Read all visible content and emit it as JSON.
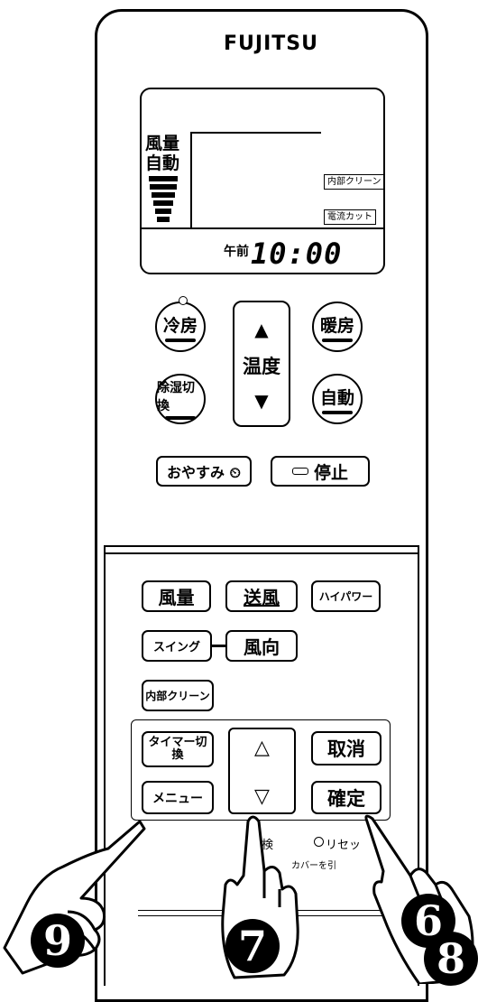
{
  "brand": "FUJITSU",
  "lcd": {
    "fan_label": "風量",
    "fan_mode": "自動",
    "tag_clean": "内部クリーン",
    "tag_power": "電流カット",
    "ampm": "午前",
    "time": "10:00"
  },
  "buttons": {
    "cool": "冷房",
    "heat": "暖房",
    "dry": "除湿切換",
    "auto": "自動",
    "temp_label": "温度",
    "temp_up": "▲",
    "temp_down": "▼",
    "sleep": "おやすみ ⏲",
    "stop": "停止",
    "fan": "風量",
    "send_air": "送風",
    "high_power": "ハイパワー",
    "swing": "スイング",
    "direction": "風向",
    "internal_clean": "内部クリーン",
    "timer_switch": "タイマー切換",
    "up": "△",
    "down": "▽",
    "cancel": "取消",
    "menu": "メニュー",
    "confirm": "確定",
    "check": "検",
    "reset": "リセッ",
    "cover_note": "カバーを引"
  },
  "markers": {
    "n6": "6",
    "n7": "7",
    "n8": "8",
    "n9": "9"
  },
  "icons": [
    "hand-pointer-icon",
    "up-triangle-icon",
    "down-triangle-icon",
    "timer-icon"
  ]
}
